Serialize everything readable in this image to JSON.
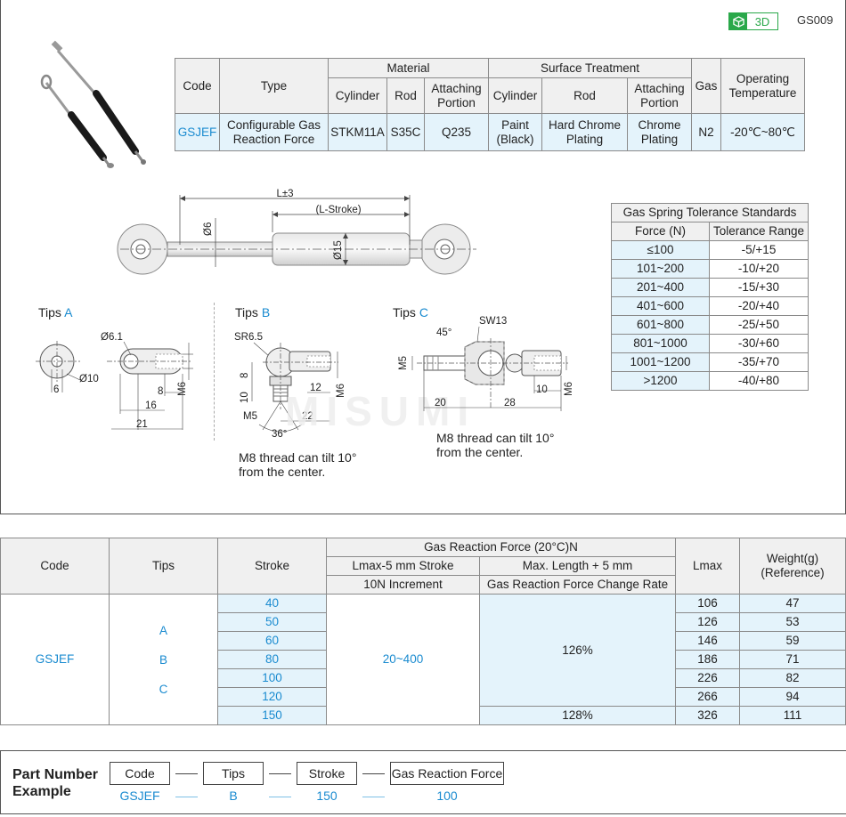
{
  "header": {
    "badge_3d": "3D",
    "page_id": "GS009"
  },
  "spec_table": {
    "headers": {
      "code": "Code",
      "type": "Type",
      "material": "Material",
      "surface": "Surface Treatment",
      "gas": "Gas",
      "temp": "Operating Temperature",
      "cylinder": "Cylinder",
      "rod": "Rod",
      "attaching": "Attaching Portion"
    },
    "row": {
      "code": "GSJEF",
      "type": "Configurable Gas Reaction Force",
      "mat_cylinder": "STKM11A",
      "mat_rod": "S35C",
      "mat_attaching": "Q235",
      "sur_cylinder": "Paint (Black)",
      "sur_rod": "Hard Chrome Plating",
      "sur_attaching": "Chrome Plating",
      "gas": "N2",
      "temp": "-20℃~80℃"
    }
  },
  "tolerance_table": {
    "title": "Gas Spring Tolerance Standards",
    "col_force": "Force (N)",
    "col_range": "Tolerance Range",
    "rows": [
      {
        "force": "≤100",
        "range": "-5/+15"
      },
      {
        "force": "101~200",
        "range": "-10/+20"
      },
      {
        "force": "201~400",
        "range": "-15/+30"
      },
      {
        "force": "401~600",
        "range": "-20/+40"
      },
      {
        "force": "601~800",
        "range": "-25/+50"
      },
      {
        "force": "801~1000",
        "range": "-30/+60"
      },
      {
        "force": "1001~1200",
        "range": "-35/+70"
      },
      {
        "force": ">1200",
        "range": "-40/+80"
      }
    ]
  },
  "drawing": {
    "l_label": "L±3",
    "stroke_label": "(L-Stroke)",
    "d6": "Ø6",
    "d15": "Ø15",
    "tips_label": "Tips",
    "tip_a": {
      "letter": "A",
      "d61": "Ø6.1",
      "d10": "Ø10",
      "w6": "6",
      "l8": "8",
      "l16": "16",
      "l21": "21",
      "m6": "M6"
    },
    "tip_b": {
      "letter": "B",
      "sr": "SR6.5",
      "h8": "8",
      "h10": "10",
      "l12": "12",
      "l22": "22",
      "m5": "M5",
      "ang": "36°",
      "m6": "M6",
      "note": "M8 thread can tilt 10° from the center."
    },
    "tip_c": {
      "letter": "C",
      "ang": "45°",
      "sw": "SW13",
      "m5": "M5",
      "l20": "20",
      "l28": "28",
      "l10": "10",
      "m6": "M6",
      "note": "M8 thread can tilt 10° from the center."
    },
    "watermark": "MISUMI"
  },
  "main_table": {
    "headers": {
      "code": "Code",
      "tips": "Tips",
      "stroke": "Stroke",
      "force": "Gas Reaction Force (20°C)N",
      "lmax5": "Lmax-5 mm Stroke",
      "maxlen": "Max. Length + 5 mm",
      "inc": "10N Increment",
      "rate": "Gas Reaction Force  Change Rate",
      "lmax": "Lmax",
      "weight": "Weight(g) (Reference)"
    },
    "code": "GSJEF",
    "tips": [
      "A",
      "B",
      "C"
    ],
    "force_range": "20~400",
    "rate_a": "126%",
    "rate_b": "128%",
    "rows": [
      {
        "stroke": "40",
        "lmax": "106",
        "weight": "47"
      },
      {
        "stroke": "50",
        "lmax": "126",
        "weight": "53"
      },
      {
        "stroke": "60",
        "lmax": "146",
        "weight": "59"
      },
      {
        "stroke": "80",
        "lmax": "186",
        "weight": "71"
      },
      {
        "stroke": "100",
        "lmax": "226",
        "weight": "82"
      },
      {
        "stroke": "120",
        "lmax": "266",
        "weight": "94"
      },
      {
        "stroke": "150",
        "lmax": "326",
        "weight": "111"
      }
    ]
  },
  "part_number": {
    "title": "Part Number Example",
    "labels": [
      "Code",
      "Tips",
      "Stroke",
      "Gas Reaction Force"
    ],
    "values": [
      "GSJEF",
      "B",
      "150",
      "100"
    ]
  }
}
